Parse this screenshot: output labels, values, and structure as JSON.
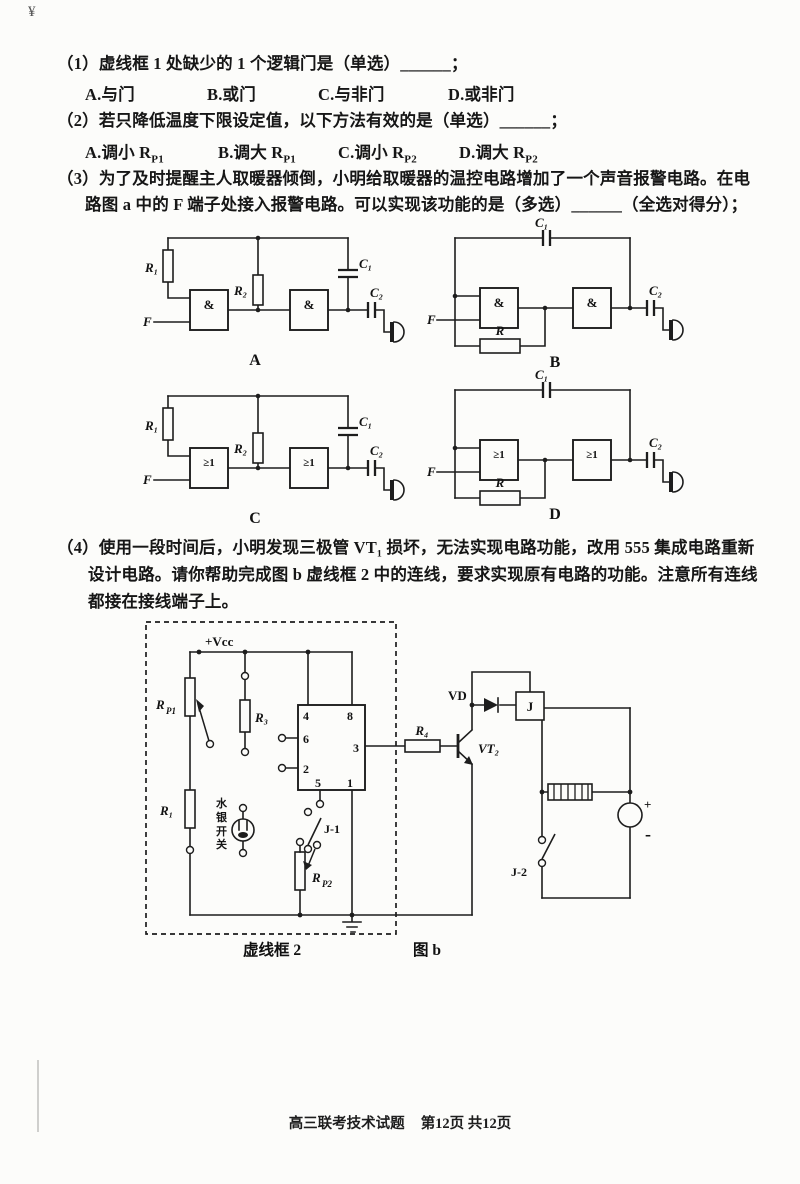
{
  "artifact_mark": "¥",
  "q1": {
    "text": "（1）虚线框 1 处缺少的 1 个逻辑门是（单选）______；",
    "options": [
      "A.与门",
      "B.或门",
      "C.与非门",
      "D.或非门"
    ]
  },
  "q2": {
    "text": "（2）若只降低温度下限设定值，以下方法有效的是（单选）______；",
    "options": [
      {
        "pre": "A.调小 R",
        "sub": "P1"
      },
      {
        "pre": "B.调大 R",
        "sub": "P1"
      },
      {
        "pre": "C.调小 R",
        "sub": "P2"
      },
      {
        "pre": "D.调大 R",
        "sub": "P2"
      }
    ]
  },
  "q3": {
    "line1": "（3）为了及时提醒主人取暖器倾倒，小明给取暖器的温控电路增加了一个声音报警电路。在电",
    "line2": "路图 a 中的 F 端子处接入报警电路。可以实现该功能的是（多选）______（全选对得分）；"
  },
  "q4": {
    "line1": "（4）使用一段时间后，小明发现三极管 VT₁ 损坏，无法实现电路功能，改用 555 集成电路重新",
    "line2": "设计电路。请你帮助完成图 b 虚线框 2 中的连线，要求实现原有电路的功能。注意所有连线",
    "line3": "都接在接线端子上。"
  },
  "circuitA": {
    "r1": "R₁",
    "r2": "R₂",
    "c1": "C₁",
    "c2": "C₂",
    "f": "F",
    "gate1": "&",
    "gate2": "&",
    "name": "A"
  },
  "circuitB": {
    "c1": "C₁",
    "c2": "C₂",
    "f": "F",
    "r": "R",
    "gate1": "&",
    "gate2": "&",
    "name": "B"
  },
  "circuitC": {
    "r1": "R₁",
    "r2": "R₂",
    "c1": "C₁",
    "c2": "C₂",
    "f": "F",
    "gate1": "≥1",
    "gate2": "≥1",
    "name": "C"
  },
  "circuitD": {
    "c1": "C₁",
    "c2": "C₂",
    "f": "F",
    "r": "R",
    "gate1": "≥1",
    "gate2": "≥1",
    "name": "D"
  },
  "figb": {
    "vcc": "+Vcc",
    "rp1_main": "R",
    "rp1_sub": "P1",
    "r3": "R₃",
    "r1": "R₁",
    "r4": "R₄",
    "mercury_label": "水银开关",
    "j1": "J-1",
    "j2": "J-2",
    "j": "J",
    "vd": "VD",
    "vt2": "VT₂",
    "rp2_main": "R",
    "rp2_sub": "P2",
    "pin4": "4",
    "pin8": "8",
    "pin6": "6",
    "pin2": "2",
    "pin3": "3",
    "pin5": "5",
    "pin1": "1",
    "plus": "+",
    "minus": "-",
    "box_label": "虚线框 2",
    "fig_label": "图 b"
  },
  "footer": {
    "left": "高三联考技术试题",
    "right": "第12页 共12页"
  }
}
